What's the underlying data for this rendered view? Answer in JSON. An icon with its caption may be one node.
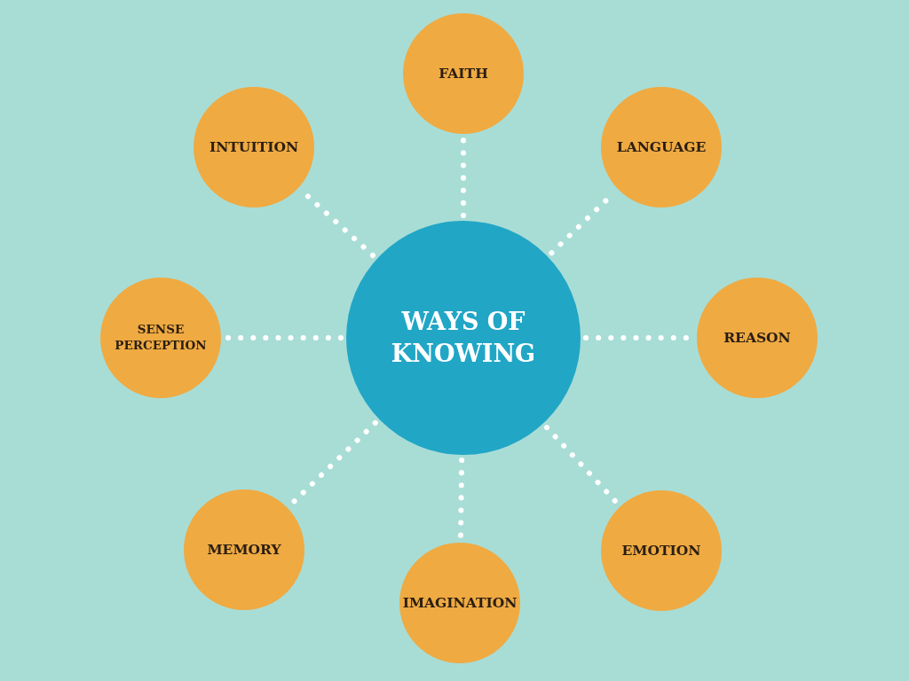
{
  "diagram": {
    "nodes": [
      {
        "text": [
          "WAYS OF KNOWING"
        ]
      },
      {
        "text": [
          "FAITH"
        ]
      },
      {
        "text": [
          "LANGUAGE"
        ]
      },
      {
        "text": [
          "REASON"
        ]
      },
      {
        "text": [
          "EMOTION"
        ]
      },
      {
        "text": [
          "IMAGINATION"
        ]
      },
      {
        "text": [
          "MEMORY"
        ]
      },
      {
        "text": [
          "SENSE PERCEPTION"
        ]
      },
      {
        "text": [
          "INTUITION"
        ]
      }
    ],
    "edges": [
      {
        "from": 0,
        "to": 1,
        "arrow": "none"
      },
      {
        "from": 0,
        "to": 2,
        "arrow": "none"
      },
      {
        "from": 0,
        "to": 3,
        "arrow": "none"
      },
      {
        "from": 0,
        "to": 4,
        "arrow": "none"
      },
      {
        "from": 0,
        "to": 5,
        "arrow": "none"
      },
      {
        "from": 0,
        "to": 6,
        "arrow": "none"
      },
      {
        "from": 0,
        "to": 7,
        "arrow": "none"
      },
      {
        "from": 0,
        "to": 8,
        "arrow": "none"
      }
    ]
  }
}
